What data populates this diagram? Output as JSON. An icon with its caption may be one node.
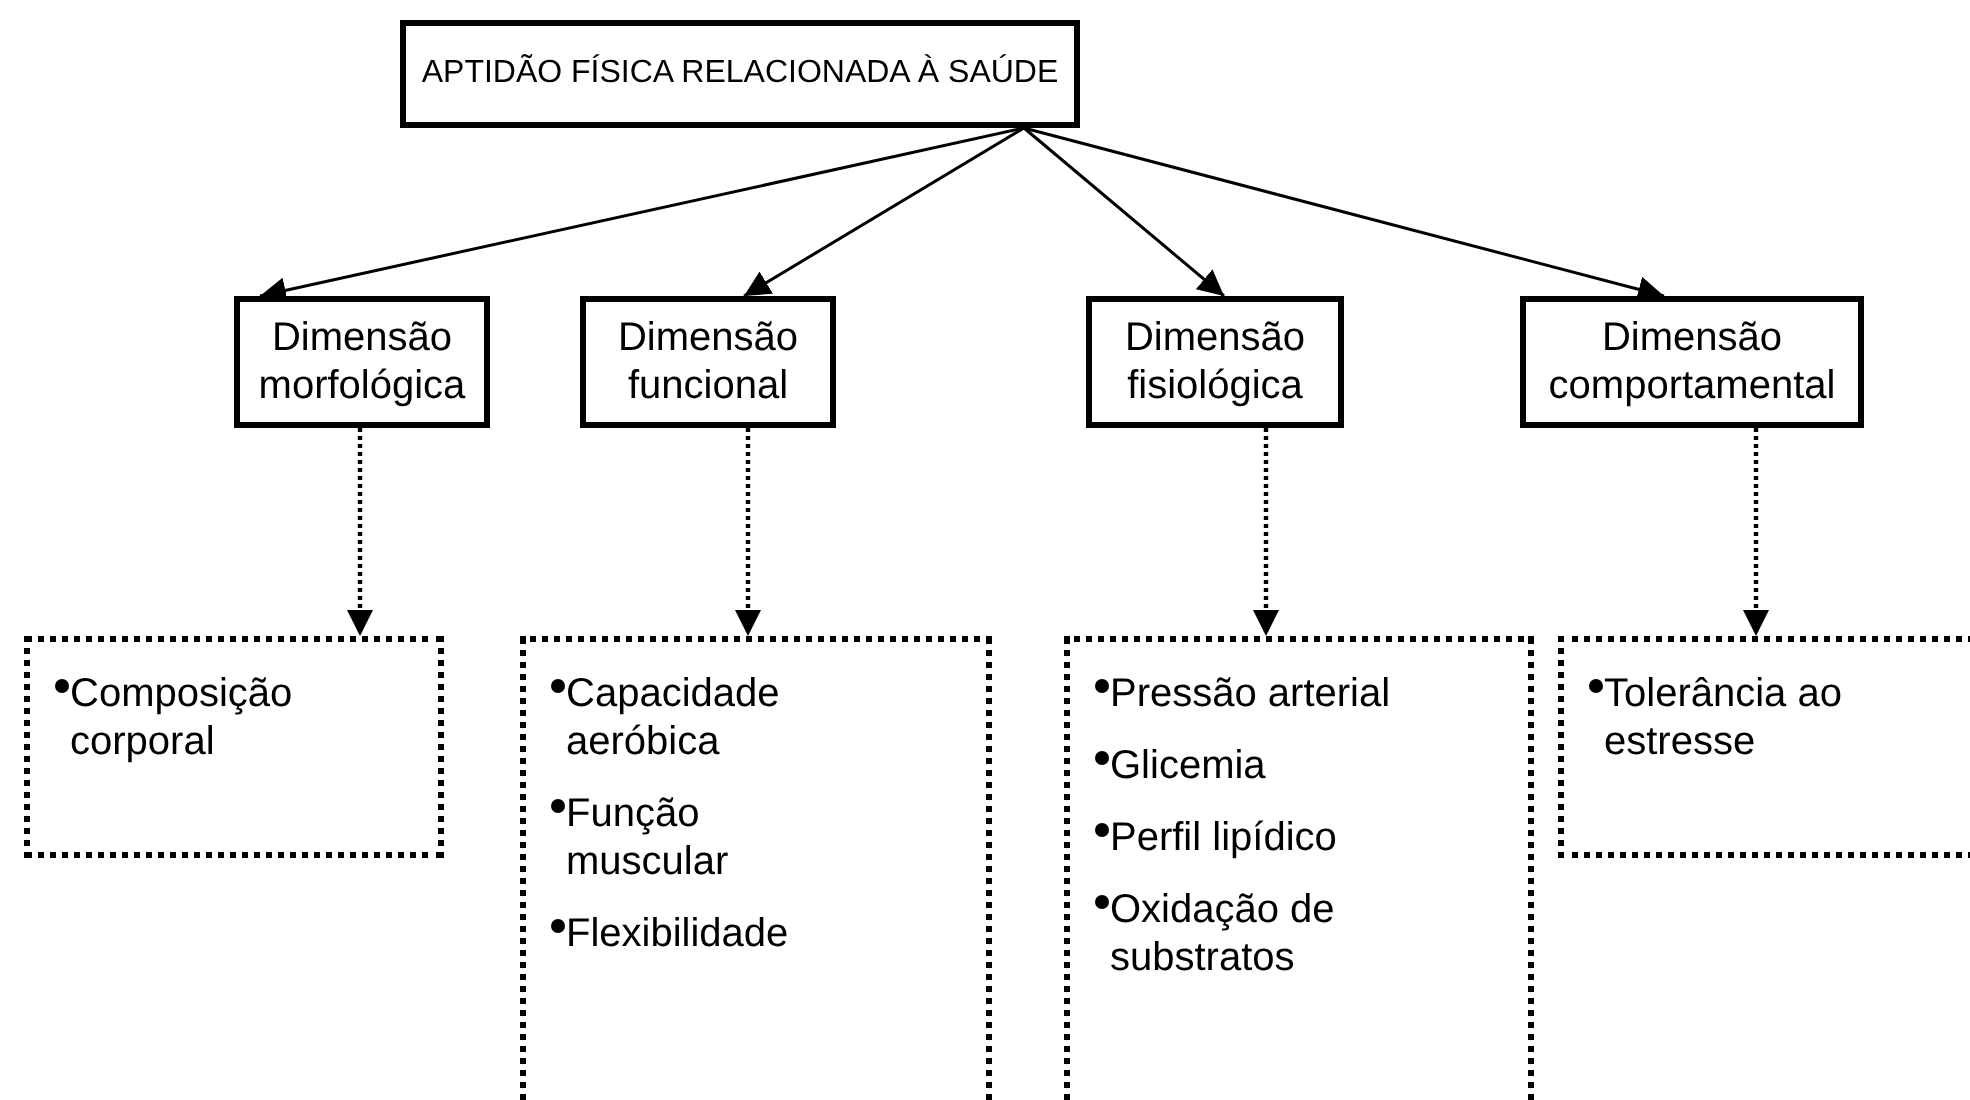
{
  "diagram": {
    "nodes": [
      {
        "text": [
          "APTIDÃO FÍSICA RELACIONADA À SAÚDE"
        ]
      },
      {
        "text": [
          "Dimensão morfológica"
        ]
      },
      {
        "text": [
          "Dimensão funcional"
        ]
      },
      {
        "text": [
          "Dimensão fisiológica"
        ]
      },
      {
        "text": [
          "Dimensão comportamental"
        ]
      },
      {
        "text": [
          "Composição corporal"
        ]
      },
      {
        "text": [
          "Capacidade aeróbica",
          "Função muscular",
          "Flexibilidade"
        ]
      },
      {
        "text": [
          "Pressão arterial",
          "Glicemia",
          "Perfil lipídico",
          "Oxidação de substratos"
        ]
      },
      {
        "text": [
          "Tolerância ao estresse"
        ]
      }
    ],
    "edges": [
      {
        "from": 0,
        "to": 1,
        "arrow": "to"
      },
      {
        "from": 0,
        "to": 2,
        "arrow": "to"
      },
      {
        "from": 0,
        "to": 3,
        "arrow": "to"
      },
      {
        "from": 0,
        "to": 4,
        "arrow": "to"
      },
      {
        "from": 1,
        "to": 5,
        "arrow": "to",
        "style": "dashed"
      },
      {
        "from": 2,
        "to": 6,
        "arrow": "to",
        "style": "dashed"
      },
      {
        "from": 3,
        "to": 7,
        "arrow": "to",
        "style": "dashed"
      },
      {
        "from": 4,
        "to": 8,
        "arrow": "to",
        "style": "dashed"
      }
    ]
  }
}
